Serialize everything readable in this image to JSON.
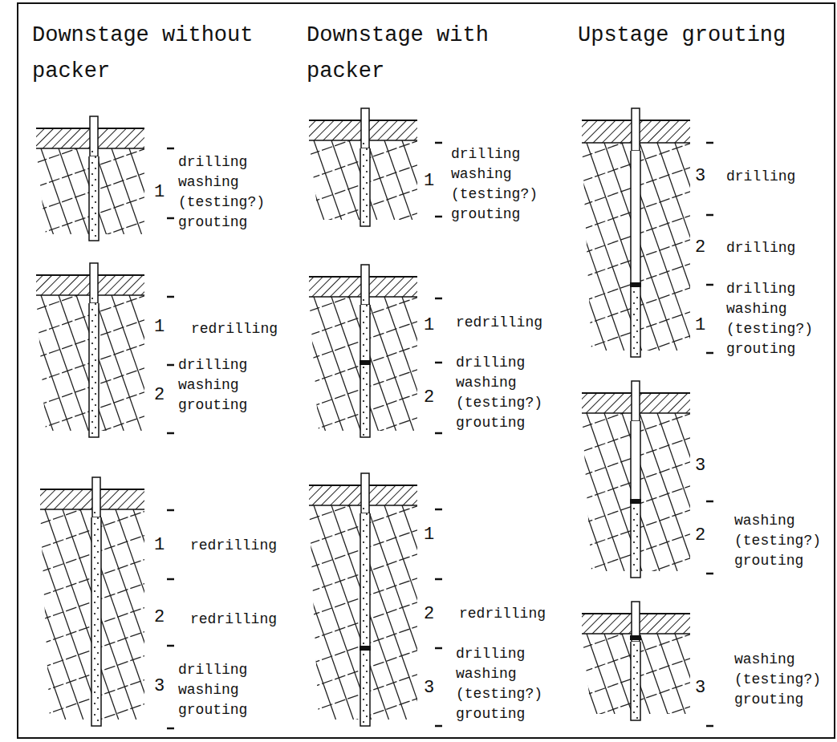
{
  "diagram": {
    "labels": [
      "Downstage without packer",
      "Downstage with packer",
      "Upstage grouting",
      "1",
      "drilling washing (testing?) grouting",
      "1",
      "redrilling",
      "2",
      "drilling washing grouting",
      "1",
      "redrilling",
      "2",
      "redrilling",
      "3",
      "drilling washing grouting",
      "1",
      "drilling washing (testing?) grouting",
      "1",
      "redrilling",
      "2",
      "drilling washing (testing?) grouting",
      "1",
      "2",
      "redrilling",
      "3",
      "drilling washing (testing?) grouting",
      "3",
      "drilling",
      "2",
      "drilling",
      "1",
      "drilling washing (testing?) grouting",
      "3",
      "2",
      "washing (testing?) grouting",
      "3",
      "washing (testing?) grouting"
    ]
  }
}
